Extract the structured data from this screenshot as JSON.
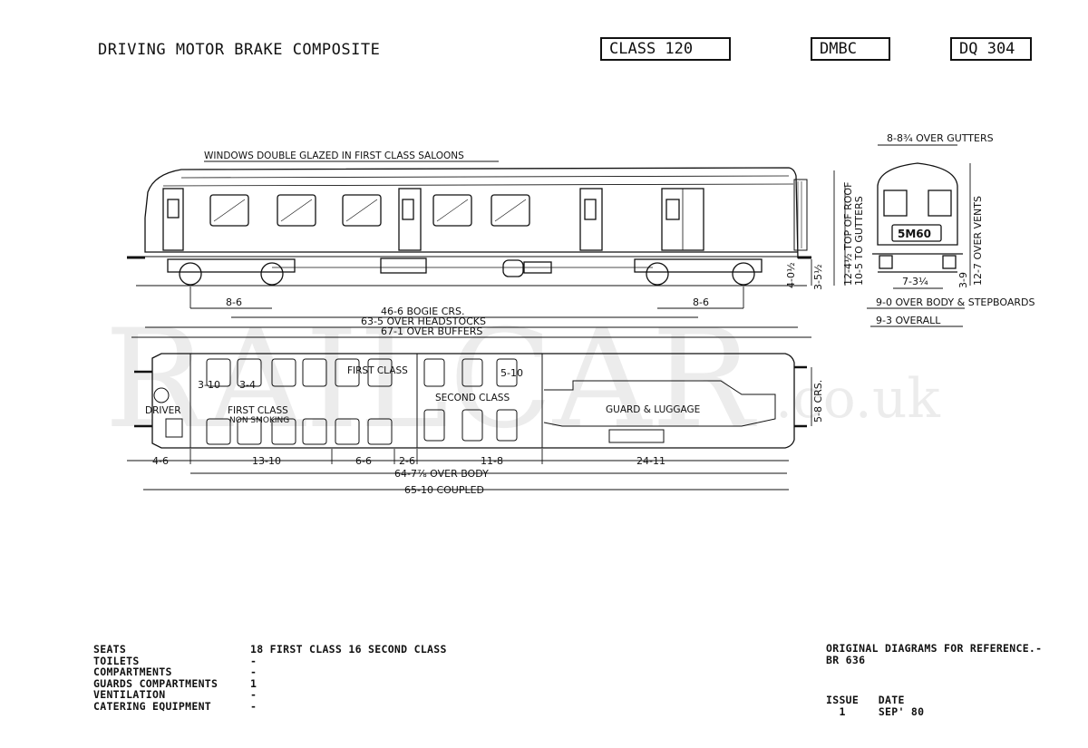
{
  "header": {
    "title": "DRIVING MOTOR BRAKE COMPOSITE",
    "class_box": "CLASS 120",
    "type_box": "DMBC",
    "diagram_box": "DQ 304"
  },
  "watermark": {
    "brand": "RAILCAR",
    "domain": ".co.uk"
  },
  "side_view": {
    "note": "WINDOWS DOUBLE GLAZED IN FIRST CLASS SALOONS",
    "dim_bogie_wheelbase_left": "8-6",
    "dim_bogie_wheelbase_right": "8-6",
    "dim_bogie_centres": "46-6 BOGIE CRS.",
    "dim_headstocks": "63-5 OVER HEADSTOCKS",
    "dim_buffers": "67-1 OVER BUFFERS",
    "dim_buffer_height": "3-5½",
    "dim_floor_height": "4-0½",
    "dim_roof_height": "12-4½ TOP OF ROOF",
    "dim_gutter_height": "10-5 TO GUTTERS"
  },
  "end_view": {
    "dim_gutters": "8-8¾ OVER GUTTERS",
    "headcode": "5M60",
    "dim_vents": "12-7 OVER VENTS",
    "dim_step_height": "3-9",
    "dim_track": "7-3¼",
    "dim_body": "9-0 OVER BODY & STEPBOARDS",
    "dim_overall": "9-3 OVERALL"
  },
  "plan_view": {
    "driver": "DRIVER",
    "first_class_label_1": "FIRST CLASS",
    "first_class_sub": "NON SMOKING",
    "first_class_label_2": "FIRST CLASS",
    "second_class": "SECOND CLASS",
    "guard": "GUARD & LUGGAGE",
    "seat_pitch_1": "3-10",
    "seat_pitch_2": "3-4",
    "seat_pitch_3": "5-10",
    "dim_bogie_centres": "5-8 CRS.",
    "dims_bottom": [
      "4-6",
      "13-10",
      "6-6",
      "2-6",
      "11-8",
      "24-11"
    ],
    "dim_over_body": "64-7⅞ OVER BODY",
    "dim_coupled": "65-10 COUPLED"
  },
  "specs": {
    "labels": [
      "SEATS",
      "TOILETS",
      "COMPARTMENTS",
      "GUARDS COMPARTMENTS",
      "VENTILATION",
      "CATERING EQUIPMENT"
    ],
    "values": [
      "18 FIRST CLASS 16 SECOND CLASS",
      "-",
      "-",
      "1",
      "-",
      "-"
    ]
  },
  "reference": {
    "line1": "ORIGINAL DIAGRAMS FOR REFERENCE.-",
    "line2": "BR 636"
  },
  "issue": {
    "issue_label": "ISSUE",
    "date_label": "DATE",
    "issue_value": "1",
    "date_value": "SEP' 80"
  }
}
